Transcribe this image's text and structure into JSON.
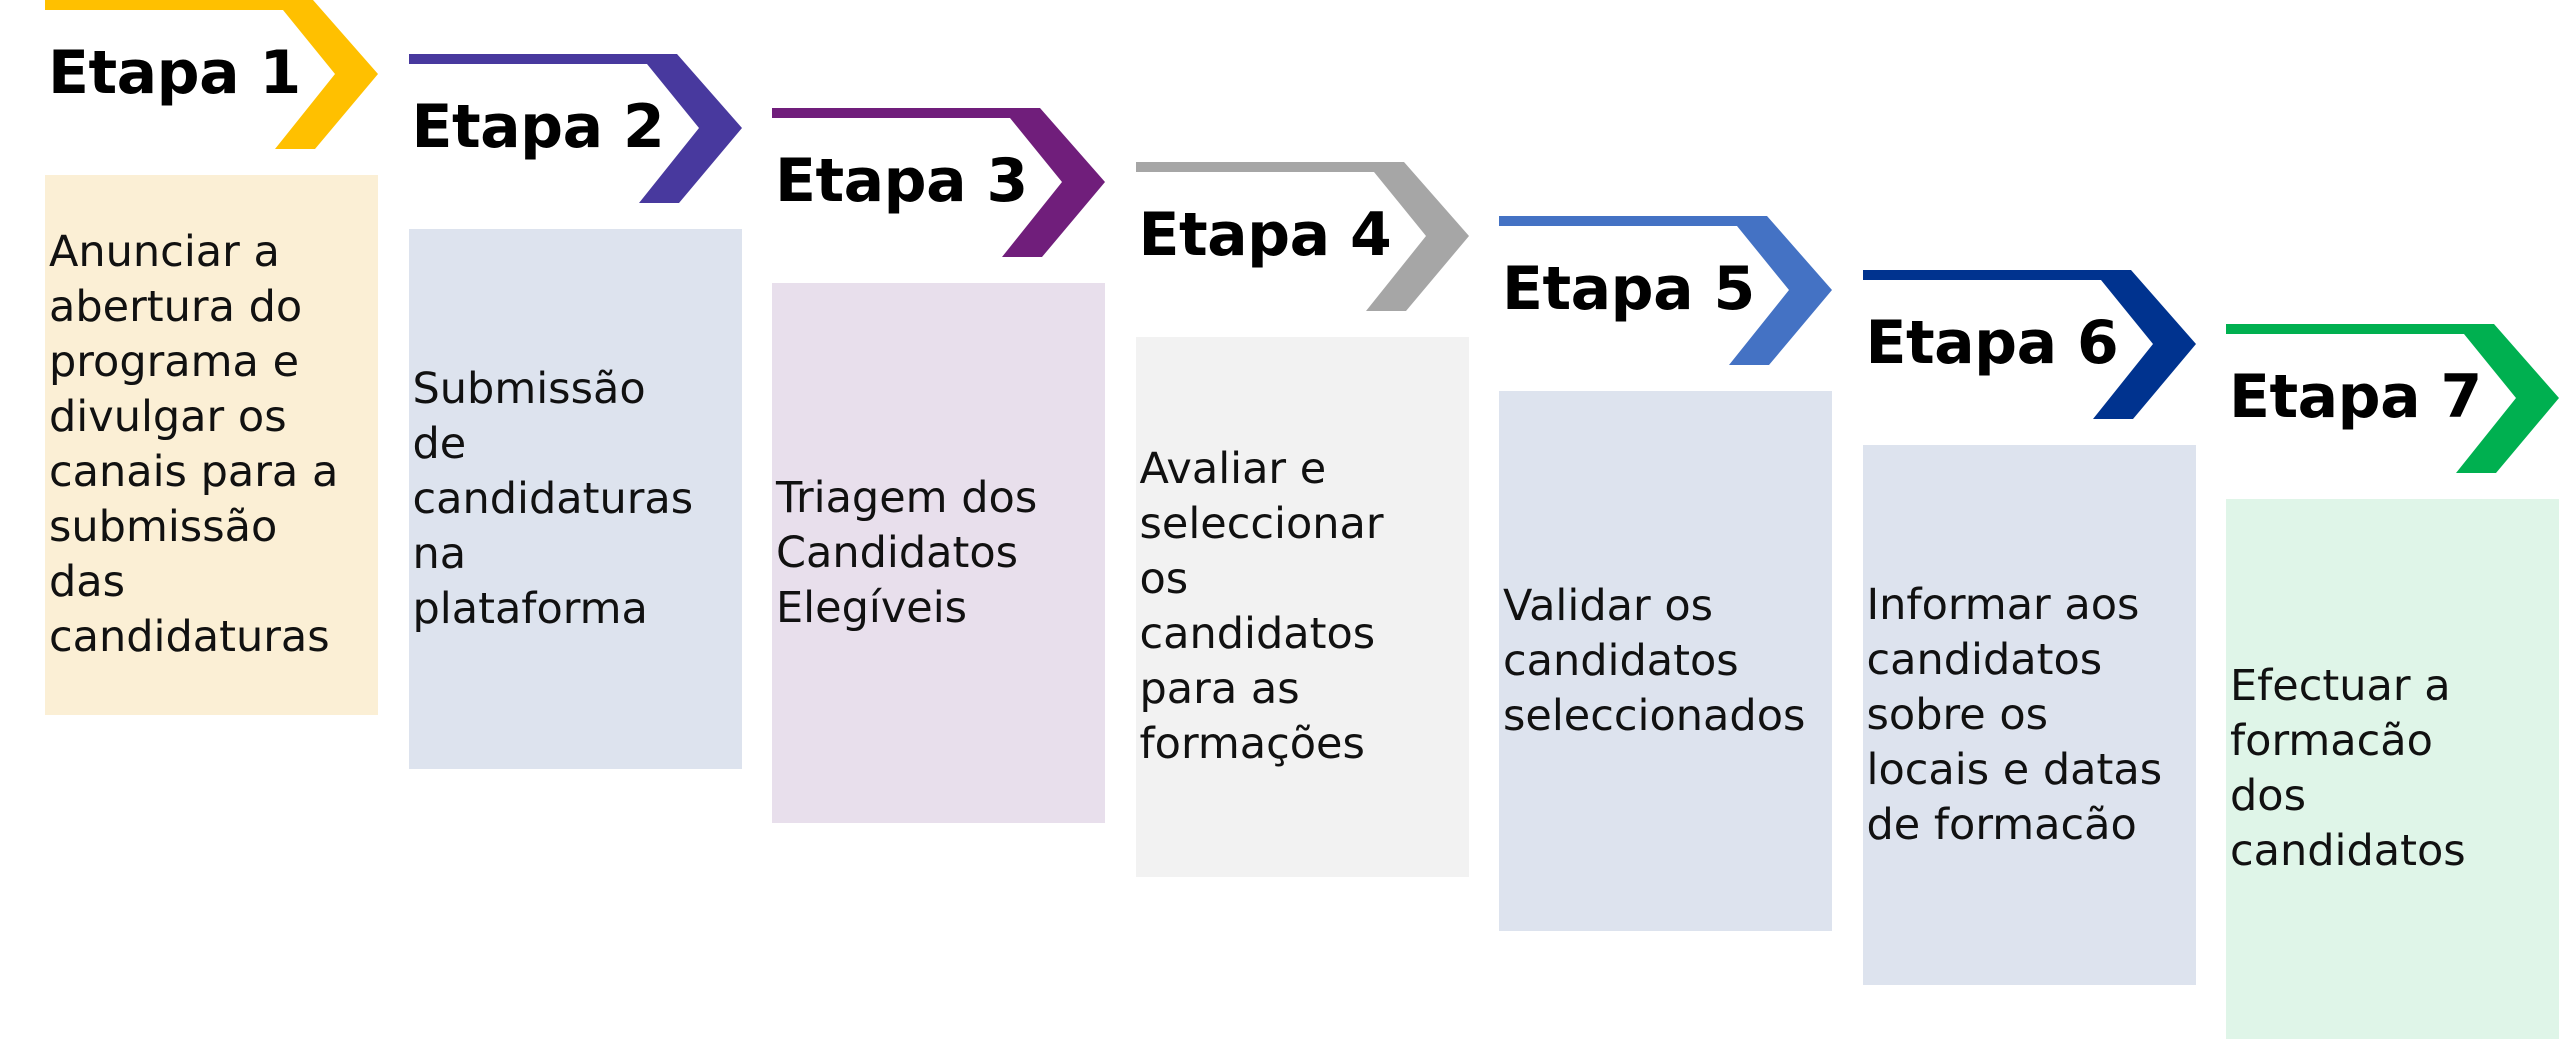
{
  "steps": [
    {
      "title": "Etapa 1",
      "color": "#ffc000",
      "box_color": "#fbefd5",
      "lines": [
        "Anunciar a",
        "abertura do",
        "programa e",
        "divulgar os",
        "canais para a",
        "submissão",
        "das",
        "candidaturas"
      ]
    },
    {
      "title": "Etapa 2",
      "color": "#48399e",
      "box_color": "#dde3ee",
      "lines": [
        "Submissão",
        "de",
        "candidaturas",
        "na",
        "plataforma"
      ]
    },
    {
      "title": "Etapa 3",
      "color": "#701e7b",
      "box_color": "#e8dfec",
      "lines": [
        "Triagem dos",
        "Candidatos",
        "Elegíveis"
      ]
    },
    {
      "title": "Etapa 4",
      "color": "#a6a6a6",
      "box_color": "#f2f2f2",
      "lines": [
        "Avaliar e",
        "seleccionar",
        "os",
        "candidatos",
        "para as",
        "formações"
      ]
    },
    {
      "title": "Etapa 5",
      "color": "#4472c4",
      "box_color": "#dde3ee",
      "lines": [
        "Validar os",
        "candidatos",
        "seleccionados"
      ]
    },
    {
      "title": "Etapa 6",
      "color": "#00338f",
      "box_color": "#dde3ee",
      "lines": [
        "Informar aos",
        "candidatos",
        "sobre os",
        "locais e datas",
        "de formacão"
      ]
    },
    {
      "title": "Etapa 7",
      "color": "#00b050",
      "box_color": "#dff5e8",
      "lines": [
        "Efectuar a",
        "formacão",
        "dos",
        "candidatos"
      ]
    }
  ]
}
